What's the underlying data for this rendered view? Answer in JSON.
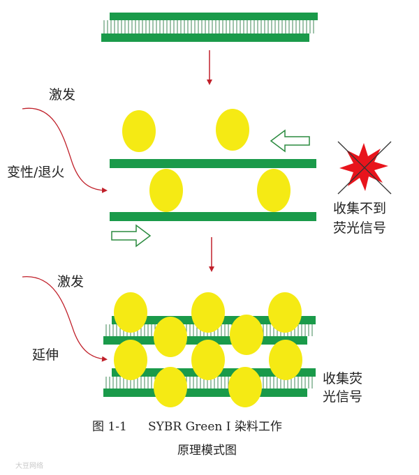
{
  "colors": {
    "strand": "#1a9a4a",
    "dye": "#f5ea14",
    "arrow": "#c0202a",
    "burst": "#e8141c",
    "outline_arrow": "#2a8a3e",
    "text": "#222222"
  },
  "icons": [
    "down-arrow-icon",
    "hollow-arrow-icon",
    "curved-arrow-icon",
    "burst-icon",
    "cross-out-icon"
  ],
  "labels": {
    "excite_1": "激发",
    "denature_anneal": "变性/退火",
    "no_signal_line1": "收集不到",
    "no_signal_line2": "荧光信号",
    "excite_2": "激发",
    "extend": "延伸",
    "signal_line1": "收集荧",
    "signal_line2": "光信号"
  },
  "caption": {
    "line1_num": "图 1-1",
    "line1_text": "SYBR Green I 染料工作",
    "line2": "原理模式图"
  },
  "watermark": "大豆网络"
}
